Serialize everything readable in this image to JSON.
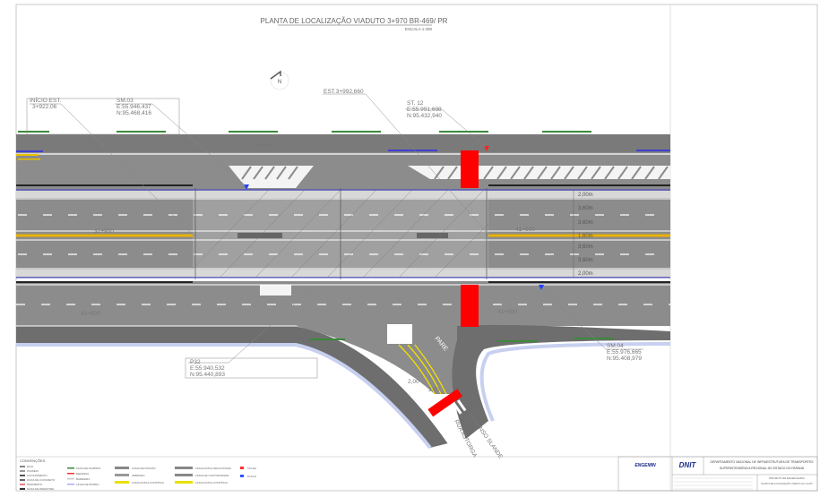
{
  "title": "PLANTA DE LOCALIZAÇÃO VIADUTO 3+970 BR-469/ PR",
  "scale": "ESCALA 1:400",
  "callouts": {
    "inicio": [
      "INÍCIO EST.",
      "3+922,06"
    ],
    "sm03": [
      "SM.03",
      "E:55.946,437",
      "N:95.468,416"
    ],
    "est": [
      "EST.3+992,660"
    ],
    "st12": [
      "ST. 12",
      "E:55.991,698",
      "N:95.432,940"
    ],
    "p32": [
      "P32",
      "E:55.940,532",
      "N:95.440,893"
    ],
    "sm04": [
      "SM.04",
      "E:55.976,665",
      "N:95.408,979"
    ]
  },
  "stations": {
    "s1": "30+800",
    "s2": "31+900",
    "s3": "40+900",
    "s4": "41+000",
    "s5": "41+000"
  },
  "lane_widths": [
    "2,00m",
    "3,60m",
    "3,60m",
    "1,60m",
    "3,60m",
    "3,60m",
    "2,00m"
  ],
  "streets": {
    "a": "RUA ASTORGA",
    "b": "REMANSO SLANDE"
  },
  "crosswalk_dims": [
    "2,00",
    "2,00"
  ],
  "legend": {
    "title": "CONVENÇÕES",
    "items": [
      "EIXO",
      "PASSEIO",
      "ACOSTAMENTO",
      "FAIXA DE CONCRETO",
      "PAVIMENTO",
      "FAIXA DE PEDESTRE",
      "FAIXA DE DOMÍNIO",
      "DEFENSA",
      "BARREIRA",
      "LINHA DE BORDO",
      "LINHA DE DIVISÃO",
      "ZEBRADO",
      "LINHA DUPLA CONTÍNUA",
      "LINHA DUPLA SECCIONADA",
      "LINHA DE CONTINUIDADE",
      "TACHA",
      "PLACA"
    ]
  },
  "titleblock": {
    "company": "ENGEMIN",
    "agency": "DNIT",
    "dept1": "DEPARTAMENTO NACIONAL DE INFRAESTRUTURA DE TRANSPORTES",
    "dept2": "SUPERINTENDÊNCIA REGIONAL NO ESTADO DO PARANÁ",
    "project": "PROJETO DE ENGENHARIA",
    "sheet": "PLANTA DE LOCALIZAÇÃO VIADUTO km 3+970"
  },
  "colors": {
    "road": "#8c8c8c",
    "deck": "#d8d8d8",
    "red": "#ff0000",
    "green": "#3a8a3a",
    "blue": "#4040d0",
    "yellow": "#e8b000",
    "sidewalk": "#c8d0f0"
  }
}
